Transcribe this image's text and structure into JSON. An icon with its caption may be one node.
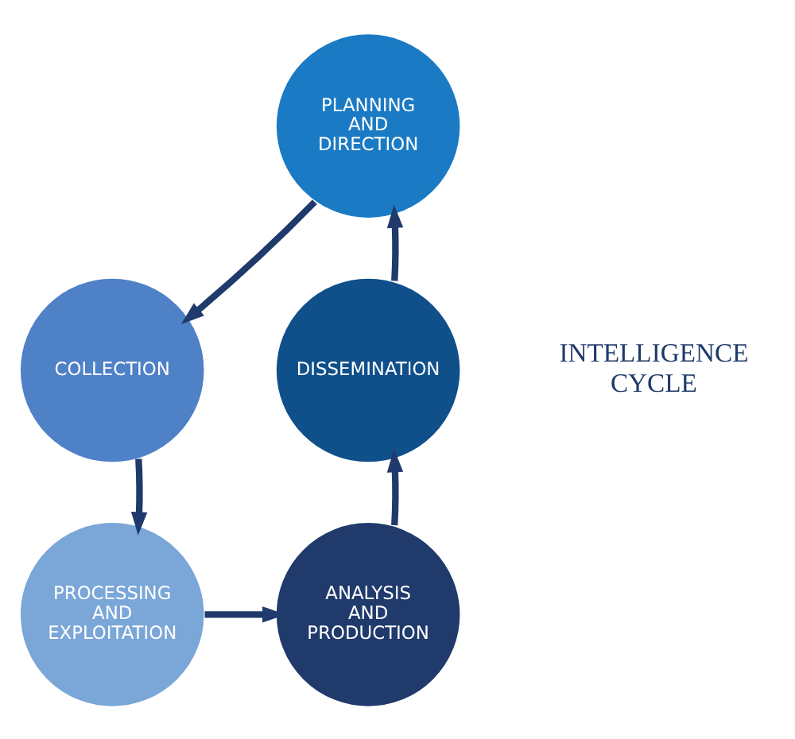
{
  "diagram": {
    "nodes": [
      {
        "text": [
          "PLANNING AND DIRECTION"
        ]
      },
      {
        "text": [
          "COLLECTION"
        ]
      },
      {
        "text": [
          "PROCESSING AND EXPLOITATION"
        ]
      },
      {
        "text": [
          "ANALYSIS AND PRODUCTION"
        ]
      },
      {
        "text": [
          "DISSEMINATION"
        ]
      }
    ],
    "edges": [
      {
        "from": 0,
        "to": 1,
        "arrow": "to"
      },
      {
        "from": 1,
        "to": 2,
        "arrow": "to"
      },
      {
        "from": 2,
        "to": 3,
        "arrow": "to"
      },
      {
        "from": 3,
        "to": 4,
        "arrow": "to"
      },
      {
        "from": 4,
        "to": 0,
        "arrow": "to"
      }
    ],
    "labels": [
      "INTELLIGENCE CYCLE"
    ]
  }
}
